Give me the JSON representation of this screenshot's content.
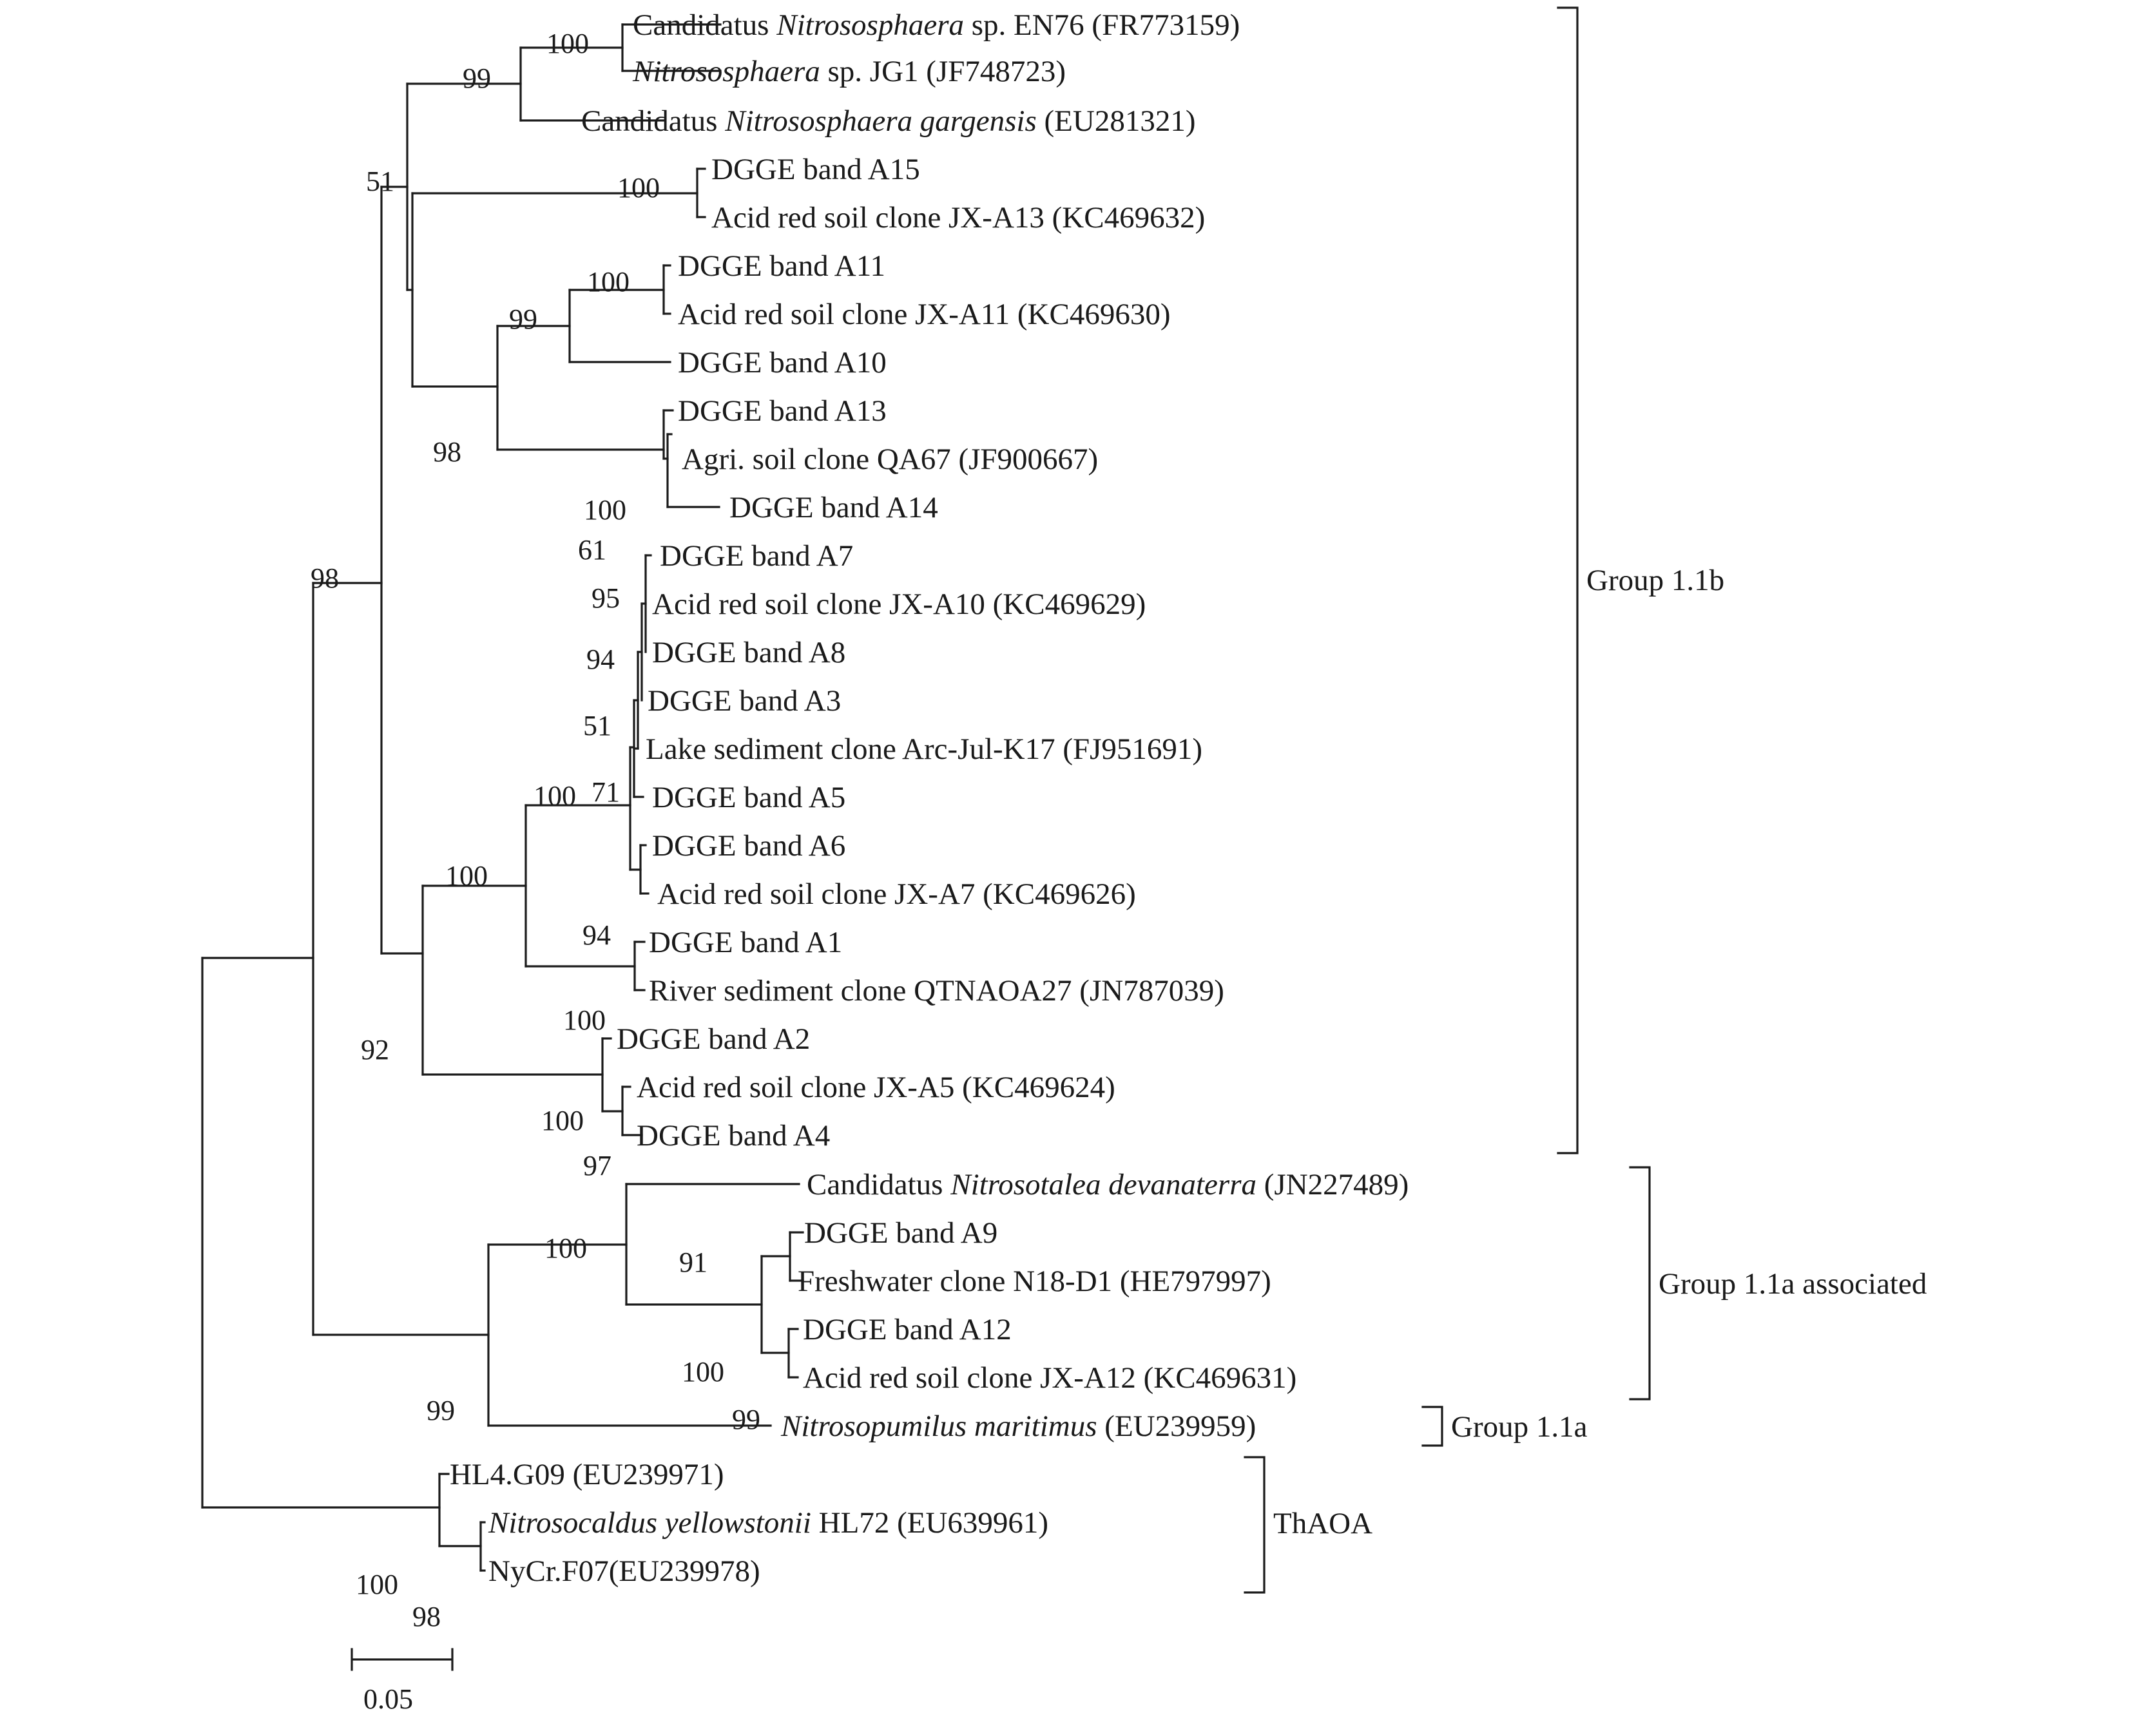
{
  "leaves": [
    {
      "id": "en76",
      "parts": [
        {
          "t": "Candidatus "
        },
        {
          "t": "Nitrososphaera",
          "i": true
        },
        {
          "t": " sp. EN76 (FR773159)"
        }
      ]
    },
    {
      "id": "jg1",
      "parts": [
        {
          "t": "Nitrososphaera",
          "i": true
        },
        {
          "t": " sp. JG1 (JF748723)"
        }
      ]
    },
    {
      "id": "garg",
      "parts": [
        {
          "t": "Candidatus "
        },
        {
          "t": "Nitrososphaera gargensis",
          "i": true
        },
        {
          "t": " (EU281321)"
        }
      ]
    },
    {
      "id": "a15",
      "parts": [
        {
          "t": "DGGE band A15"
        }
      ]
    },
    {
      "id": "jxa13",
      "parts": [
        {
          "t": "Acid red soil clone JX-A13 (KC469632)"
        }
      ]
    },
    {
      "id": "a11",
      "parts": [
        {
          "t": "DGGE band A11"
        }
      ]
    },
    {
      "id": "jxa11",
      "parts": [
        {
          "t": "Acid red soil clone JX-A11 (KC469630)"
        }
      ]
    },
    {
      "id": "a10",
      "parts": [
        {
          "t": "DGGE band A10"
        }
      ]
    },
    {
      "id": "a13",
      "parts": [
        {
          "t": "DGGE band A13"
        }
      ]
    },
    {
      "id": "qa67",
      "parts": [
        {
          "t": "Agri. soil clone QA67 (JF900667)"
        }
      ]
    },
    {
      "id": "a14",
      "parts": [
        {
          "t": "DGGE band A14"
        }
      ]
    },
    {
      "id": "a7",
      "parts": [
        {
          "t": "DGGE band A7"
        }
      ]
    },
    {
      "id": "jxa10",
      "parts": [
        {
          "t": "Acid red soil clone JX-A10 (KC469629)"
        }
      ]
    },
    {
      "id": "a8",
      "parts": [
        {
          "t": "DGGE band A8"
        }
      ]
    },
    {
      "id": "a3",
      "parts": [
        {
          "t": "DGGE band A3"
        }
      ]
    },
    {
      "id": "k17",
      "parts": [
        {
          "t": "Lake sediment clone Arc-Jul-K17 (FJ951691)"
        }
      ]
    },
    {
      "id": "a5",
      "parts": [
        {
          "t": "DGGE band A5"
        }
      ]
    },
    {
      "id": "a6",
      "parts": [
        {
          "t": "DGGE band A6"
        }
      ]
    },
    {
      "id": "jxa7",
      "parts": [
        {
          "t": "Acid red soil clone JX-A7 (KC469626)"
        }
      ]
    },
    {
      "id": "a1",
      "parts": [
        {
          "t": "DGGE band A1"
        }
      ]
    },
    {
      "id": "qtn",
      "parts": [
        {
          "t": "River sediment clone QTNAOA27 (JN787039)"
        }
      ]
    },
    {
      "id": "a2",
      "parts": [
        {
          "t": "DGGE band A2"
        }
      ]
    },
    {
      "id": "jxa5",
      "parts": [
        {
          "t": "Acid red soil clone JX-A5 (KC469624)"
        }
      ]
    },
    {
      "id": "a4",
      "parts": [
        {
          "t": "DGGE band A4"
        }
      ]
    },
    {
      "id": "deva",
      "parts": [
        {
          "t": "Candidatus "
        },
        {
          "t": "Nitrosotalea devanaterra",
          "i": true
        },
        {
          "t": " (JN227489)"
        }
      ]
    },
    {
      "id": "a9",
      "parts": [
        {
          "t": "DGGE band A9"
        }
      ]
    },
    {
      "id": "n18",
      "parts": [
        {
          "t": "Freshwater clone N18-D1 (HE797997)"
        }
      ]
    },
    {
      "id": "a12",
      "parts": [
        {
          "t": "DGGE band A12"
        }
      ]
    },
    {
      "id": "jxa12",
      "parts": [
        {
          "t": "Acid red soil clone JX-A12 (KC469631)"
        }
      ]
    },
    {
      "id": "nmar",
      "parts": [
        {
          "t": "Nitrosopumilus maritimus",
          "i": true
        },
        {
          "t": " (EU239959)"
        }
      ]
    },
    {
      "id": "hl4",
      "parts": [
        {
          "t": "HL4.G09 (EU239971)"
        }
      ]
    },
    {
      "id": "nyel",
      "parts": [
        {
          "t": "Nitrosocaldus yellowstonii",
          "i": true
        },
        {
          "t": " HL72 (EU639961)"
        }
      ]
    },
    {
      "id": "nycr",
      "parts": [
        {
          "t": "NyCr.F07(EU239978)"
        }
      ]
    }
  ],
  "bootstrap": [
    "100",
    "99",
    "51",
    "100",
    "100",
    "99",
    "98",
    "100",
    "61",
    "95",
    "94",
    "51",
    "71",
    "100",
    "100",
    "94",
    "100",
    "98",
    "92",
    "100",
    "97",
    "100",
    "91",
    "100",
    "99",
    "99",
    "100",
    "98"
  ],
  "groups": [
    {
      "id": "g11b",
      "label": "Group 1.1b"
    },
    {
      "id": "g11aa",
      "label": "Group 1.1a associated"
    },
    {
      "id": "g11a",
      "label": "Group 1.1a"
    },
    {
      "id": "thaoa",
      "label": "ThAOA"
    }
  ],
  "scale": {
    "label": "0.05"
  }
}
